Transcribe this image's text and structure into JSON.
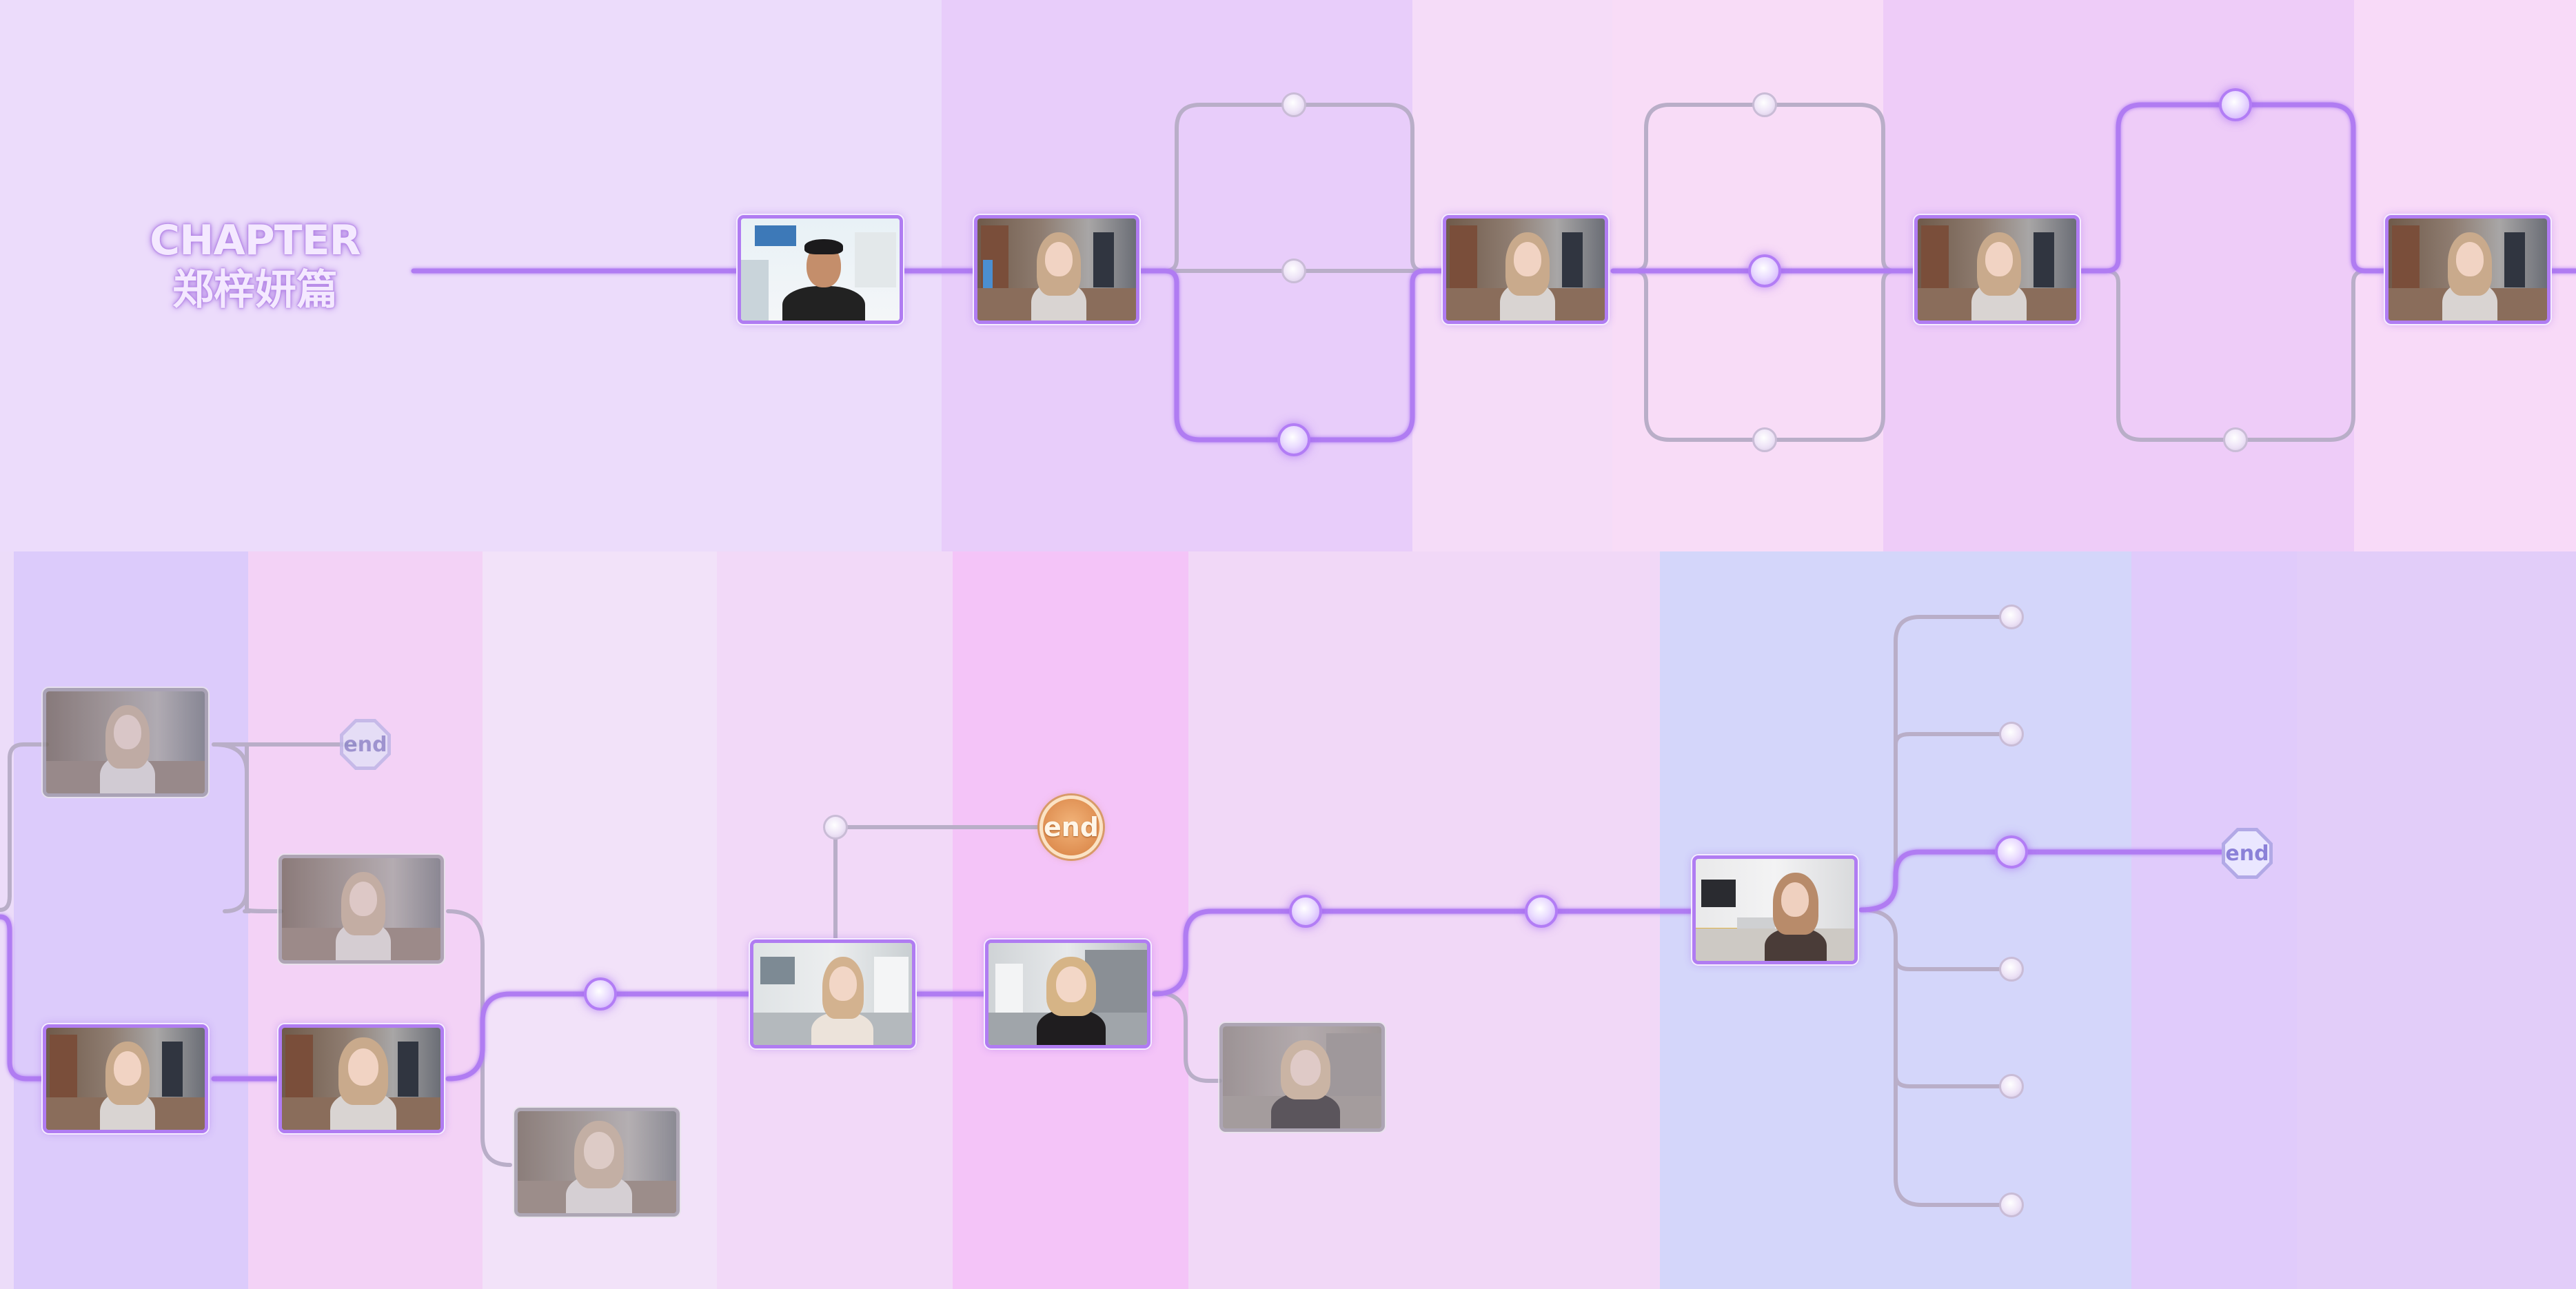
{
  "chapter_title": {
    "line1": "CHAPTER",
    "line2": "郑梓妍篇"
  },
  "end_labels": {
    "badge_1": "end",
    "badge_2": "end",
    "badge_3": "end"
  },
  "colors": {
    "active_path": "#b07cf2",
    "inactive_path": "#b9aec8",
    "node_active_ring": "#b27df5",
    "node_inactive_ring": "#c9bcd6",
    "thumbnail_border_active": "#b07cf2",
    "thumbnail_border_locked": "#9f9aa6",
    "end_badge_gold": "#df8f52",
    "end_badge_blue": "#8b81d8"
  },
  "icons": {
    "end_badge_octagon": "end-octagon-icon",
    "end_badge_round": "end-round-icon",
    "node": "branch-node-icon"
  }
}
